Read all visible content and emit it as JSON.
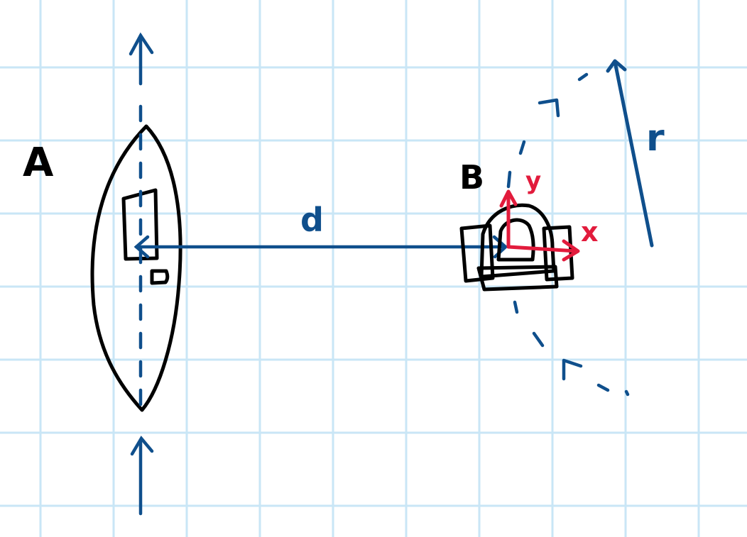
{
  "labels": {
    "point_a": "A",
    "point_b": "B",
    "distance": "d",
    "radius": "r",
    "axis_x": "x",
    "axis_y": "y"
  },
  "colors": {
    "grid": "#c9e6f6",
    "ink": "#000000",
    "blue_ink": "#0f4f8c",
    "red_ink": "#e21b3c",
    "background": "#ffffff"
  }
}
